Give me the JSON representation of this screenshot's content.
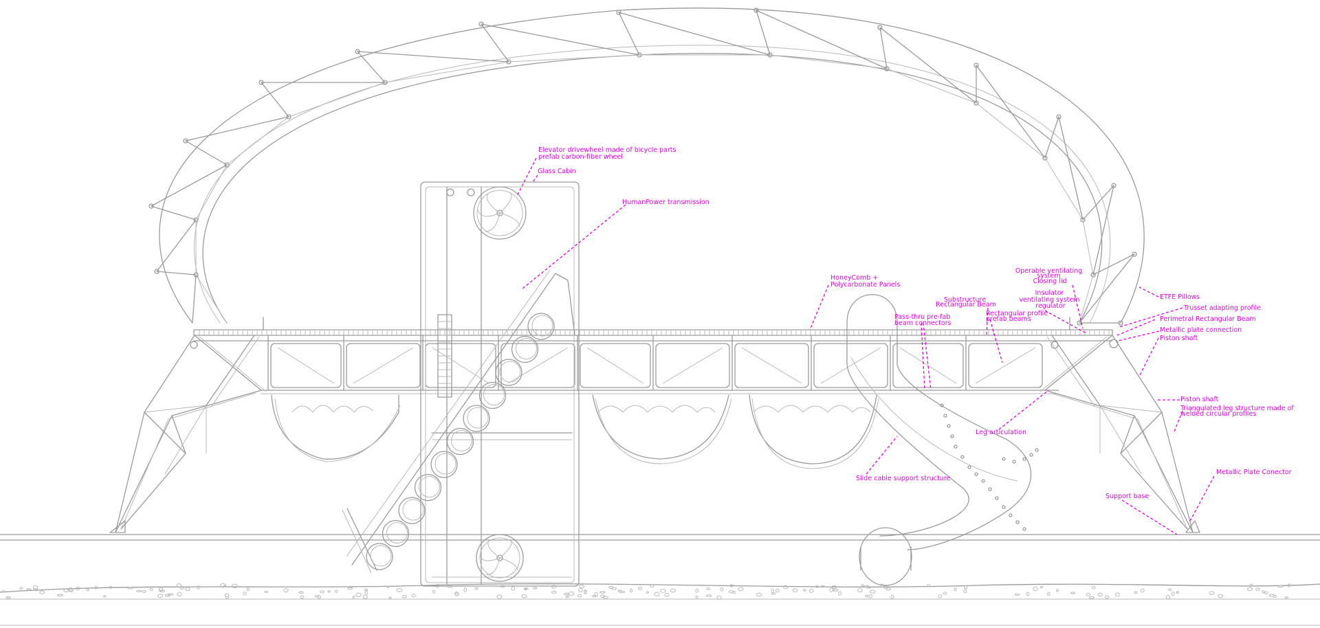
{
  "colors": {
    "annotation": "#e600e6",
    "linework": "#9a9a9a",
    "background": "#ffffff"
  },
  "annotations": {
    "elevator_drivewheel": [
      "Elevator drivewheel made of bicycle parts",
      "prefab carbon-fiber wheel"
    ],
    "glass_cabin": [
      "Glass Cabin"
    ],
    "humanpower_transmission": [
      "HumanPower transmission"
    ],
    "honeycomb_panels": [
      "HoneyComb +",
      "Polycarbonate Panels"
    ],
    "operable_ventilating": [
      "Operable ventilating",
      "system",
      "Closing lid"
    ],
    "substructure_beam": [
      "Substructure",
      "Rectangular Beam"
    ],
    "insulator_ventilating": [
      "Insulator",
      "ventilating system",
      "regulator"
    ],
    "pass_thru_connectors": [
      "Pass-thru pre-fab",
      "beam connectors"
    ],
    "rectangular_profile": [
      "Rectangular profile",
      "prefab beams"
    ],
    "etfe_pillows": [
      "ETFE Pillows"
    ],
    "trusset_profile": [
      "Trusset adapting profile"
    ],
    "perimetral_beam": [
      "Perimetral Rectangular Beam"
    ],
    "metallic_plate_connection": [
      "Metallic plate connection"
    ],
    "piston_shaft_upper": [
      "Piston shaft"
    ],
    "piston_shaft_lower": [
      "Piston shaft"
    ],
    "triangulated_leg": [
      "Triangulated leg structure made of",
      "welded circular profiles"
    ],
    "leg_articulation": [
      "Leg articulation"
    ],
    "slide_cable_support": [
      "Slide cable support structure"
    ],
    "metallic_plate_conector": [
      "Metallic Plate Conector"
    ],
    "support_base": [
      "Support base"
    ]
  }
}
